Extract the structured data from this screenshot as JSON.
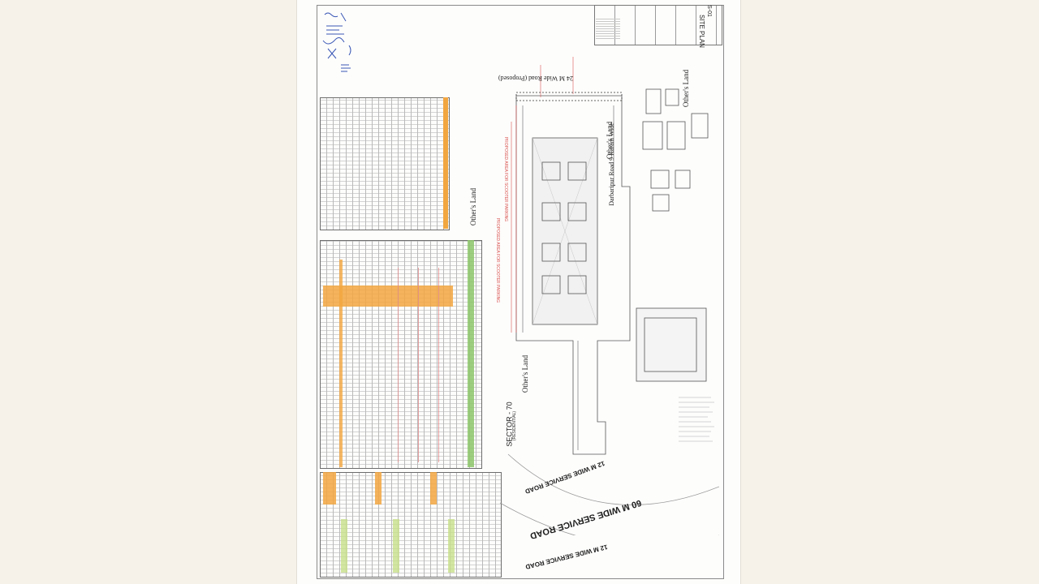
{
  "drawing": {
    "sheet_title": "SITE PLAN",
    "sheet_number": "S-01",
    "roads": {
      "main_road": "60 M WIDE SERVICE ROAD",
      "service_road_top": "12 M WIDE SERVICE ROAD",
      "service_road_bottom": "12 M WIDE SERVICE ROAD",
      "proposed_road": "24 M Wide Road (Proposed)",
      "side_road": "Darbaripur Road 9 Karam Wide"
    },
    "land_labels": {
      "others_land_left": "Other's Land",
      "others_land_mid": "Other's Land",
      "others_land_right": "Other's Land",
      "others_land_top": "Other's Land"
    },
    "sector": {
      "name": "SECTOR - 70",
      "use": "(RESIDENTIAL)"
    },
    "notes": {
      "red_note": "PROPOSED AREA FOR SCOOTER PARKING"
    }
  },
  "colors": {
    "table_orange": "#f2a640",
    "table_green": "#8cc56a",
    "red_markup": "#d9534f",
    "blue_ink": "#3a57b5"
  }
}
